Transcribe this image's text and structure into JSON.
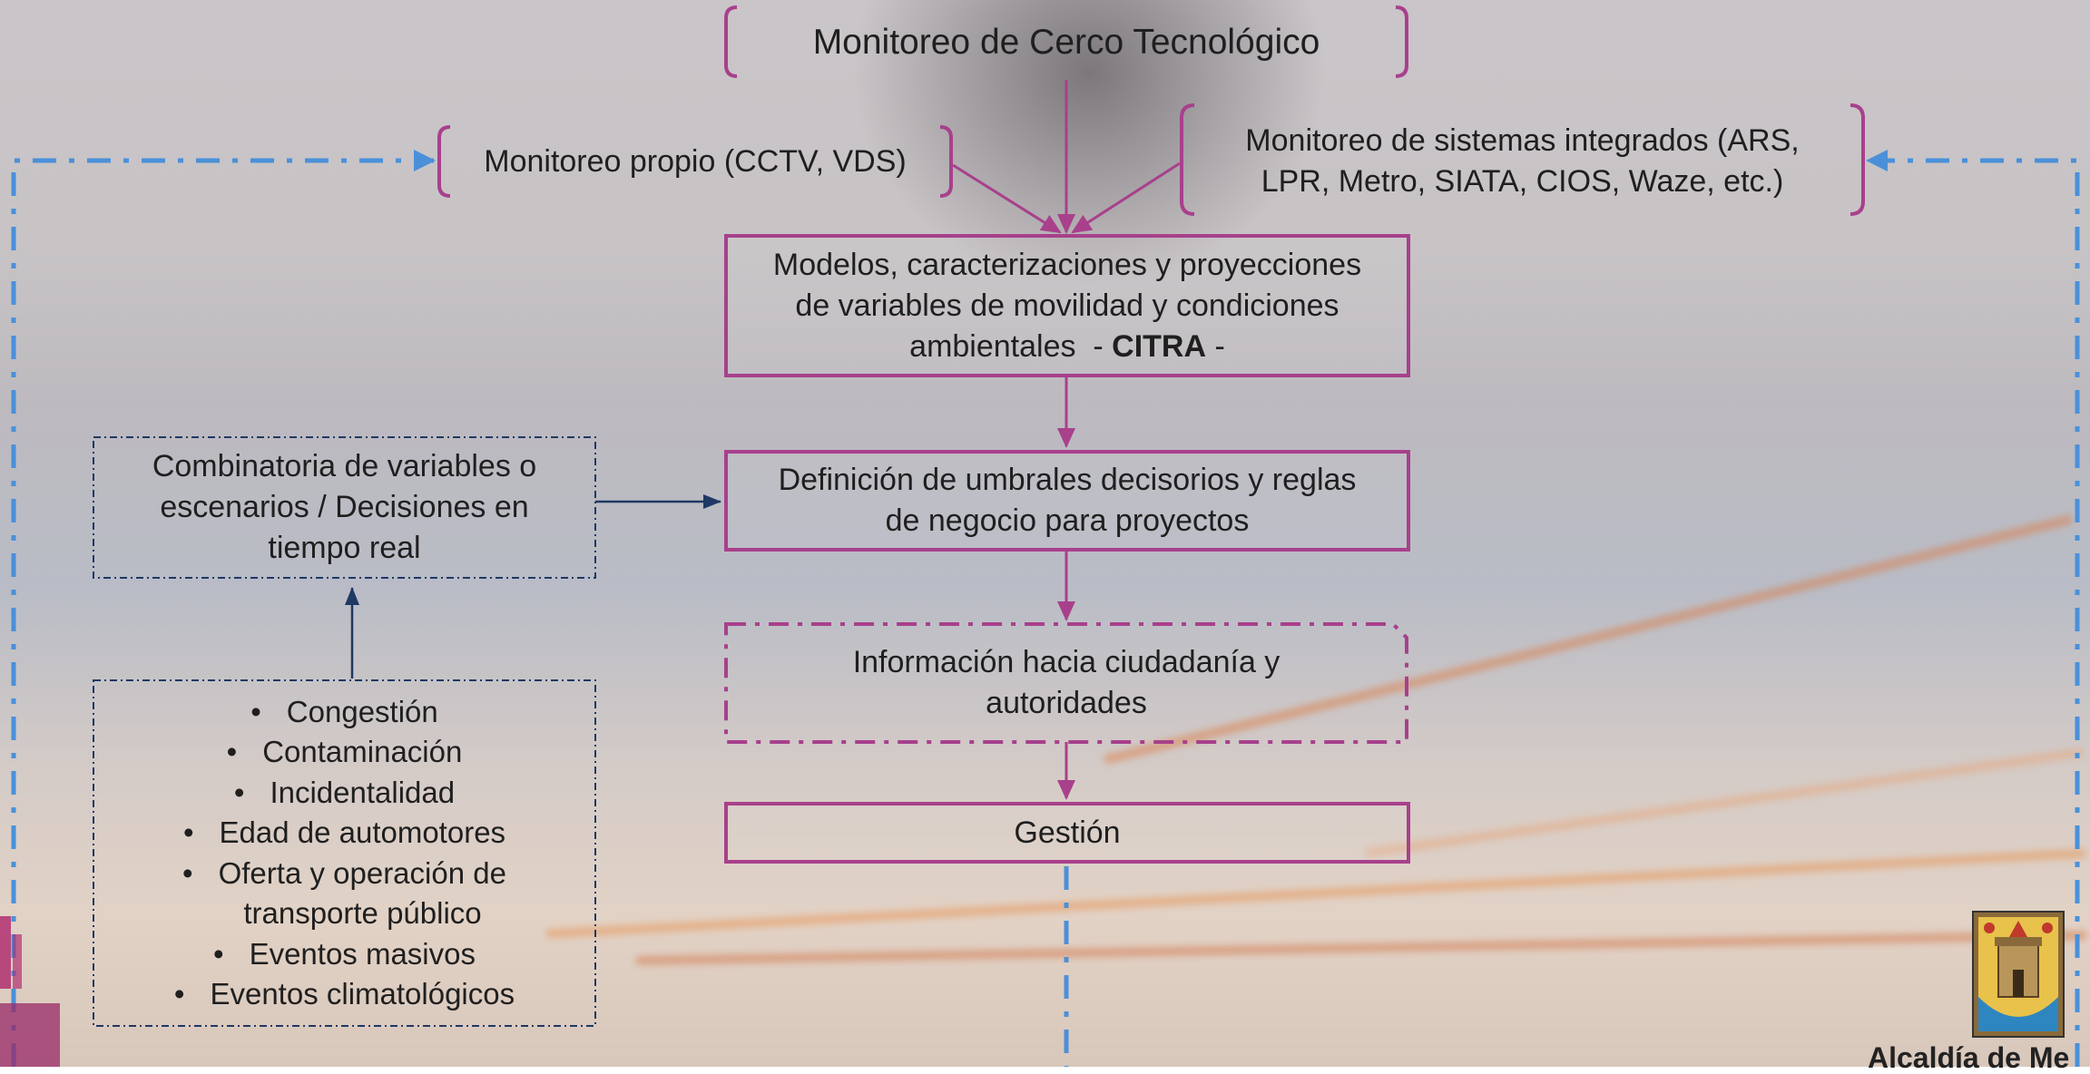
{
  "diagram": {
    "title": "Monitoreo de Cerco Tecnológico",
    "own_monitoring": "Monitoreo propio (CCTV, VDS)",
    "integrated_monitoring": {
      "line1": "Monitoreo de sistemas integrados (ARS,",
      "line2": "LPR, Metro, SIATA, CIOS, Waze, etc.)"
    },
    "models": {
      "line1": "Modelos, caracterizaciones y proyecciones",
      "line2": "de variables de movilidad y condiciones",
      "line3_prefix": "ambientales  - ",
      "line3_bold": "CITRA",
      "line3_suffix": " -"
    },
    "thresholds": {
      "line1": "Definición de umbrales decisorios y reglas",
      "line2": "de negocio para proyectos"
    },
    "information": {
      "line1": "Información hacia ciudadanía y",
      "line2": "autoridades"
    },
    "management": "Gestión",
    "combinatoria": {
      "line1": "Combinatoria de variables o",
      "line2": "escenarios / Decisiones en",
      "line3": "tiempo real"
    },
    "variables_bullet": "•",
    "variables": [
      "Congestión",
      "Contaminación",
      "Incidentalidad",
      "Edad de automotores",
      "Oferta y operación de",
      "Eventos masivos",
      "Eventos climatológicos"
    ],
    "variables_continuation": "transporte público"
  },
  "branding": {
    "logo_caption": "Alcaldía de Me"
  },
  "colors": {
    "magenta": "#a8408c",
    "navy": "#1f3864",
    "blue_dash": "#4a90d9"
  }
}
